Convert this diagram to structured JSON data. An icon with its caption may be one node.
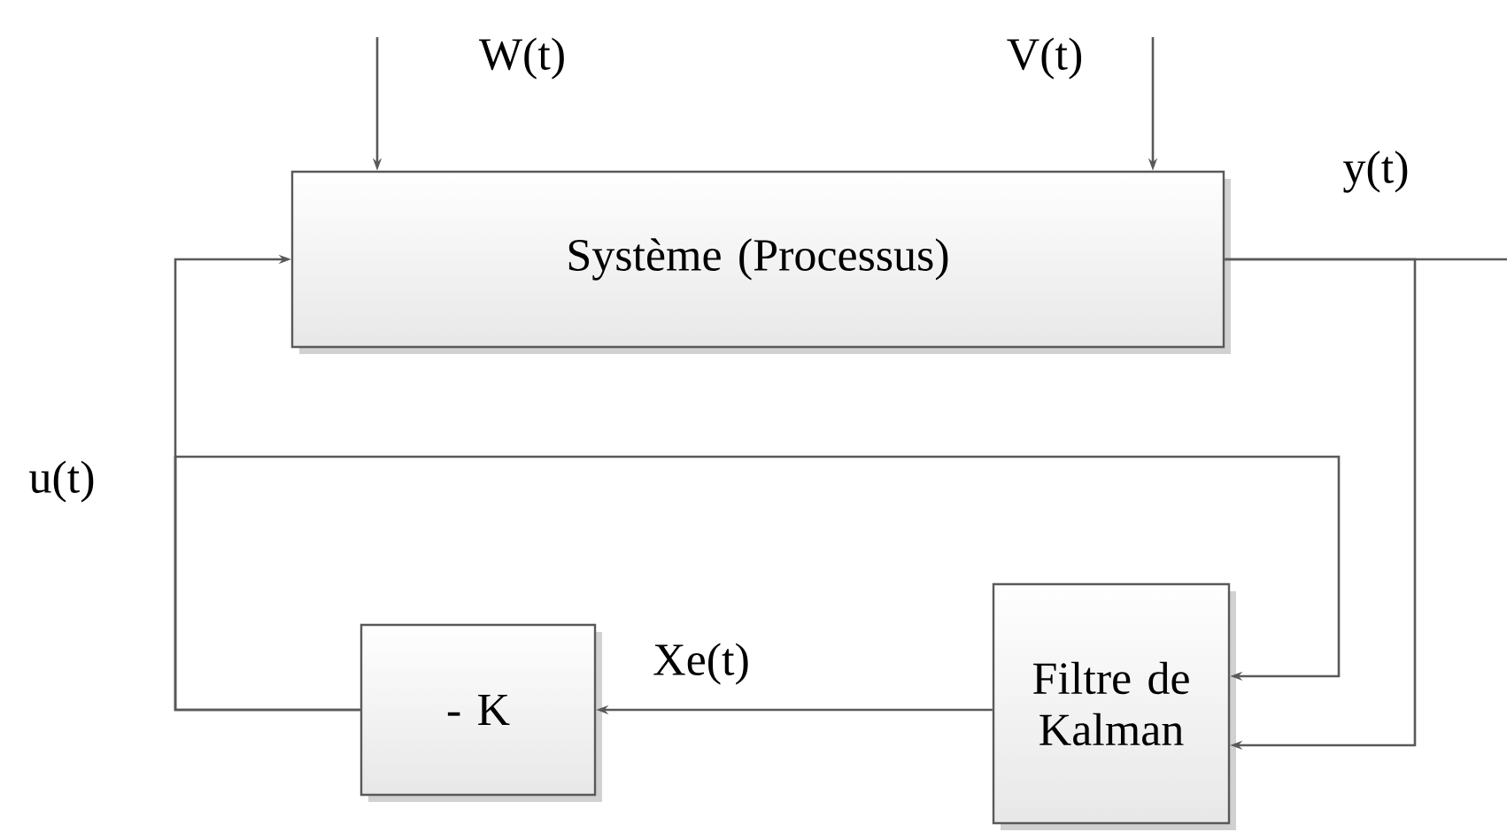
{
  "diagram": {
    "nodes": [
      {
        "text": [
          "Système (Processus)"
        ]
      },
      {
        "text": [
          "Filtre de Kalman"
        ]
      },
      {
        "text": [
          "- K"
        ]
      }
    ],
    "edges": [
      {
        "from": null,
        "to": 0,
        "arrow": "to",
        "label": "W(t)"
      },
      {
        "from": null,
        "to": 0,
        "arrow": "to",
        "label": "V(t)"
      },
      {
        "from": 0,
        "to": null,
        "arrow": "none",
        "label": "y(t)"
      },
      {
        "from": 0,
        "to": 1,
        "arrow": "to"
      },
      {
        "from": 2,
        "to": 0,
        "arrow": "to",
        "label": "u(t)"
      },
      {
        "from": 2,
        "to": 1,
        "arrow": "to"
      },
      {
        "from": 1,
        "to": 2,
        "arrow": "to",
        "label": "Xe(t)"
      }
    ]
  }
}
